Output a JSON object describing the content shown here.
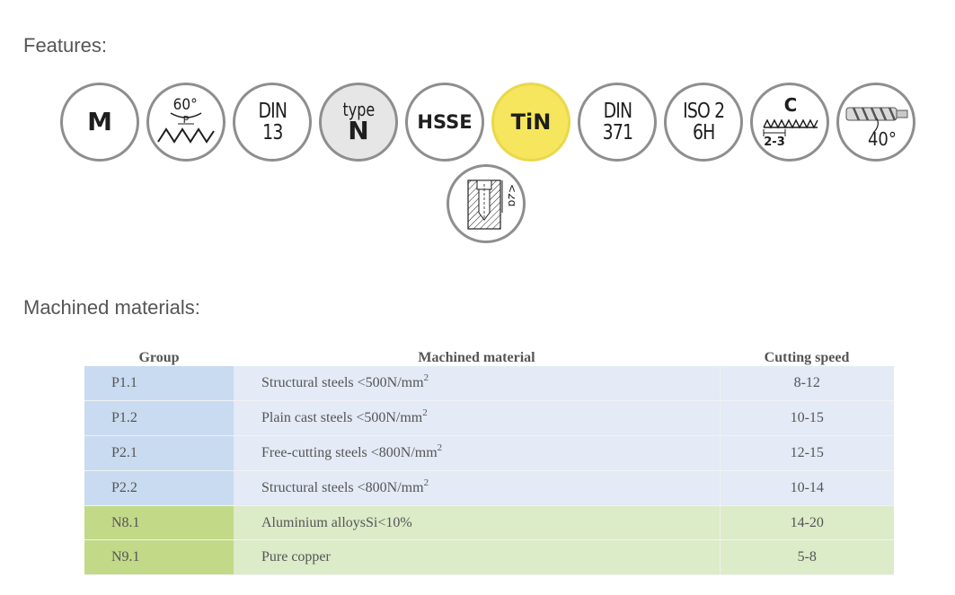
{
  "features": {
    "title": "Features:",
    "badges": [
      {
        "id": "metric",
        "icon": "metric-thread-icon",
        "text": "M"
      },
      {
        "id": "angle",
        "icon": "thread-angle-60-icon",
        "angle_label": "60°",
        "pitch_label": "P"
      },
      {
        "id": "din13",
        "icon": "din-13-icon",
        "line1": "DIN",
        "line2": "13"
      },
      {
        "id": "typeN",
        "icon": "type-n-icon",
        "line1": "type",
        "line2": "N"
      },
      {
        "id": "hsse",
        "icon": "hsse-icon",
        "text": "HSSE"
      },
      {
        "id": "tin",
        "icon": "tin-coating-icon",
        "text": "TiN"
      },
      {
        "id": "din371",
        "icon": "din-371-icon",
        "line1": "DIN",
        "line2": "371"
      },
      {
        "id": "iso2",
        "icon": "iso-2-6h-icon",
        "line1": "ISO 2",
        "line2": "6H"
      },
      {
        "id": "chamfer",
        "icon": "chamfer-c-icon",
        "letter": "C",
        "range": "2-3"
      },
      {
        "id": "spiral",
        "icon": "spiral-flute-40-icon",
        "angle_label": "40°"
      },
      {
        "id": "depth",
        "icon": "blind-hole-depth-icon",
        "depth_label": "<2d"
      }
    ]
  },
  "materials": {
    "title": "Machined materials:",
    "headers": {
      "group": "Group",
      "material": "Machined material",
      "speed": "Cutting speed"
    },
    "rows": [
      {
        "group": "P1.1",
        "material": "Structural steels <500N/mm",
        "sup": "2",
        "speed": "8-12",
        "class": "p"
      },
      {
        "group": "P1.2",
        "material": "Plain cast steels <500N/mm",
        "sup": "2",
        "speed": "10-15",
        "class": "p"
      },
      {
        "group": "P2.1",
        "material": "Free-cutting steels <800N/mm",
        "sup": "2",
        "speed": "12-15",
        "class": "p"
      },
      {
        "group": "P2.2",
        "material": "Structural steels <800N/mm",
        "sup": "2",
        "speed": "10-14",
        "class": "p"
      },
      {
        "group": "N8.1",
        "material": "Aluminium alloysSi<10%",
        "sup": "",
        "speed": "14-20",
        "class": "n"
      },
      {
        "group": "N9.1",
        "material": "Pure copper",
        "sup": "",
        "speed": "5-8",
        "class": "n"
      }
    ]
  },
  "colors": {
    "p_group": "#c9dbf0",
    "p_row": "#e4eaf6",
    "n_group": "#c2d988",
    "n_row": "#dcebc8",
    "tin_badge": "#f6e65d",
    "badge_border": "#8e8e8e"
  }
}
